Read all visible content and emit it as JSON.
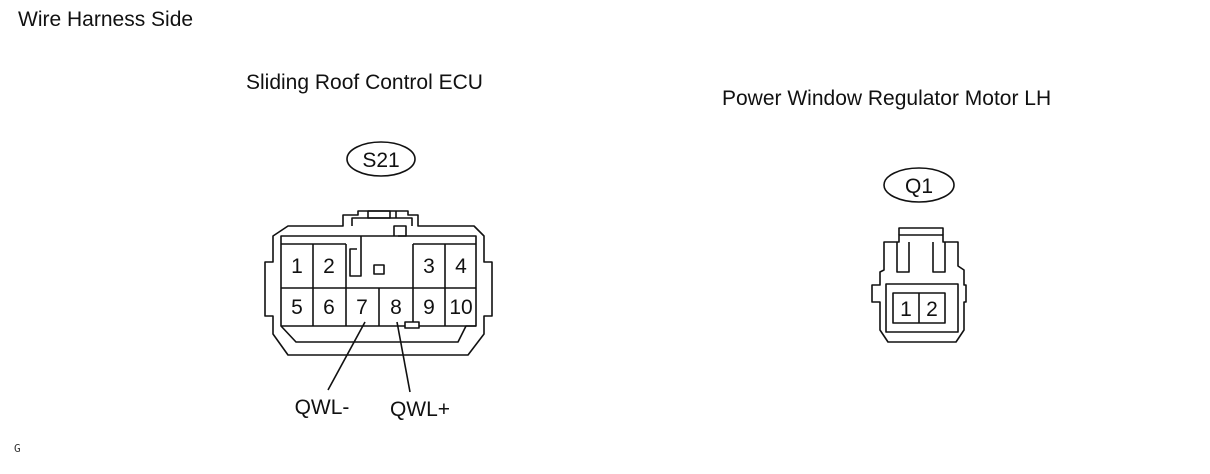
{
  "page_title": "Wire Harness Side",
  "footer_code": "G",
  "left_connector": {
    "component": "Sliding Roof Control ECU",
    "code": "S21",
    "pins_top_left": [
      "1",
      "2"
    ],
    "pins_top_right": [
      "3",
      "4"
    ],
    "pins_bottom": [
      "5",
      "6",
      "7",
      "8",
      "9",
      "10"
    ],
    "callouts": [
      {
        "pin": "7",
        "label": "QWL-"
      },
      {
        "pin": "8",
        "label": "QWL+"
      }
    ]
  },
  "right_connector": {
    "component": "Power Window Regulator Motor LH",
    "code": "Q1",
    "pins": [
      "1",
      "2"
    ]
  }
}
